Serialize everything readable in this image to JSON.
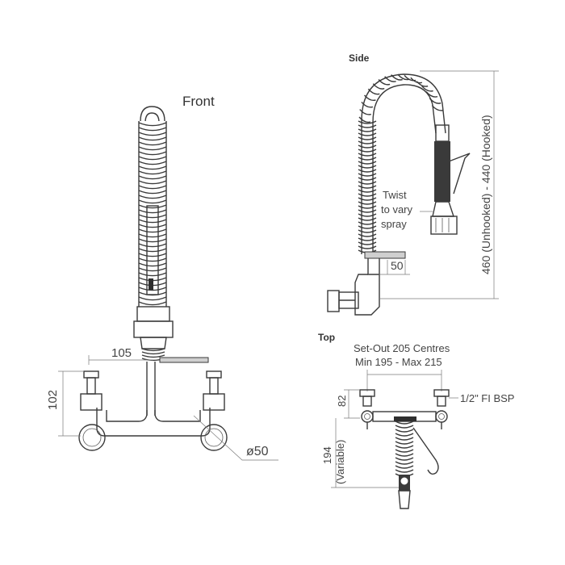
{
  "views": {
    "front": "Front",
    "side": "Side",
    "top": "Top"
  },
  "front_dims": {
    "width": "105",
    "height": "102",
    "diameter": "ø50"
  },
  "side_dims": {
    "twist_line1": "Twist",
    "twist_line2": "to vary",
    "twist_line3": "spray",
    "offset": "50",
    "height": "460 (Unhooked) - 440 (Hooked)"
  },
  "top_dims": {
    "setout_line1": "Set-Out 205 Centres",
    "setout_line2": "Min 195 - Max 215",
    "depth": "82",
    "fitting": "1/2\" FI BSP",
    "reach": "194",
    "reach_note": "(Variable)"
  },
  "colors": {
    "line": "#3a3a3a",
    "text": "#444444"
  }
}
